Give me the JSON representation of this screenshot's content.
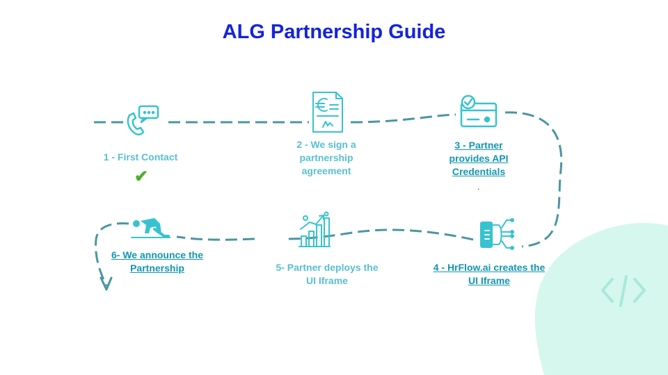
{
  "title": "ALG Partnership Guide",
  "steps": [
    {
      "label": "1 - First Contact",
      "status": "done"
    },
    {
      "label": "2 - We sign a partnership agreement"
    },
    {
      "label": " 3 - Partner provides API Credentials"
    },
    {
      "label": "4 - HrFlow.ai creates the UI Iframe"
    },
    {
      "label": "5- Partner deploys the UI Iframe"
    },
    {
      "label": "6- We announce the Partnership"
    }
  ],
  "check_mark": "✔",
  "stray_mark": ".",
  "colors": {
    "title": "#1424d8",
    "step_text": "#58bfd3",
    "step_text_active": "#1296b0",
    "path": "#4a96a0",
    "icon": "#36c3cf",
    "check": "#4cb02c",
    "blob": "#d6f7ee"
  },
  "icons": [
    "phone-chat-icon",
    "euro-contract-icon",
    "credit-card-check-icon",
    "code-device-icon",
    "growth-chart-icon",
    "runner-start-icon",
    "code-brackets-icon"
  ]
}
